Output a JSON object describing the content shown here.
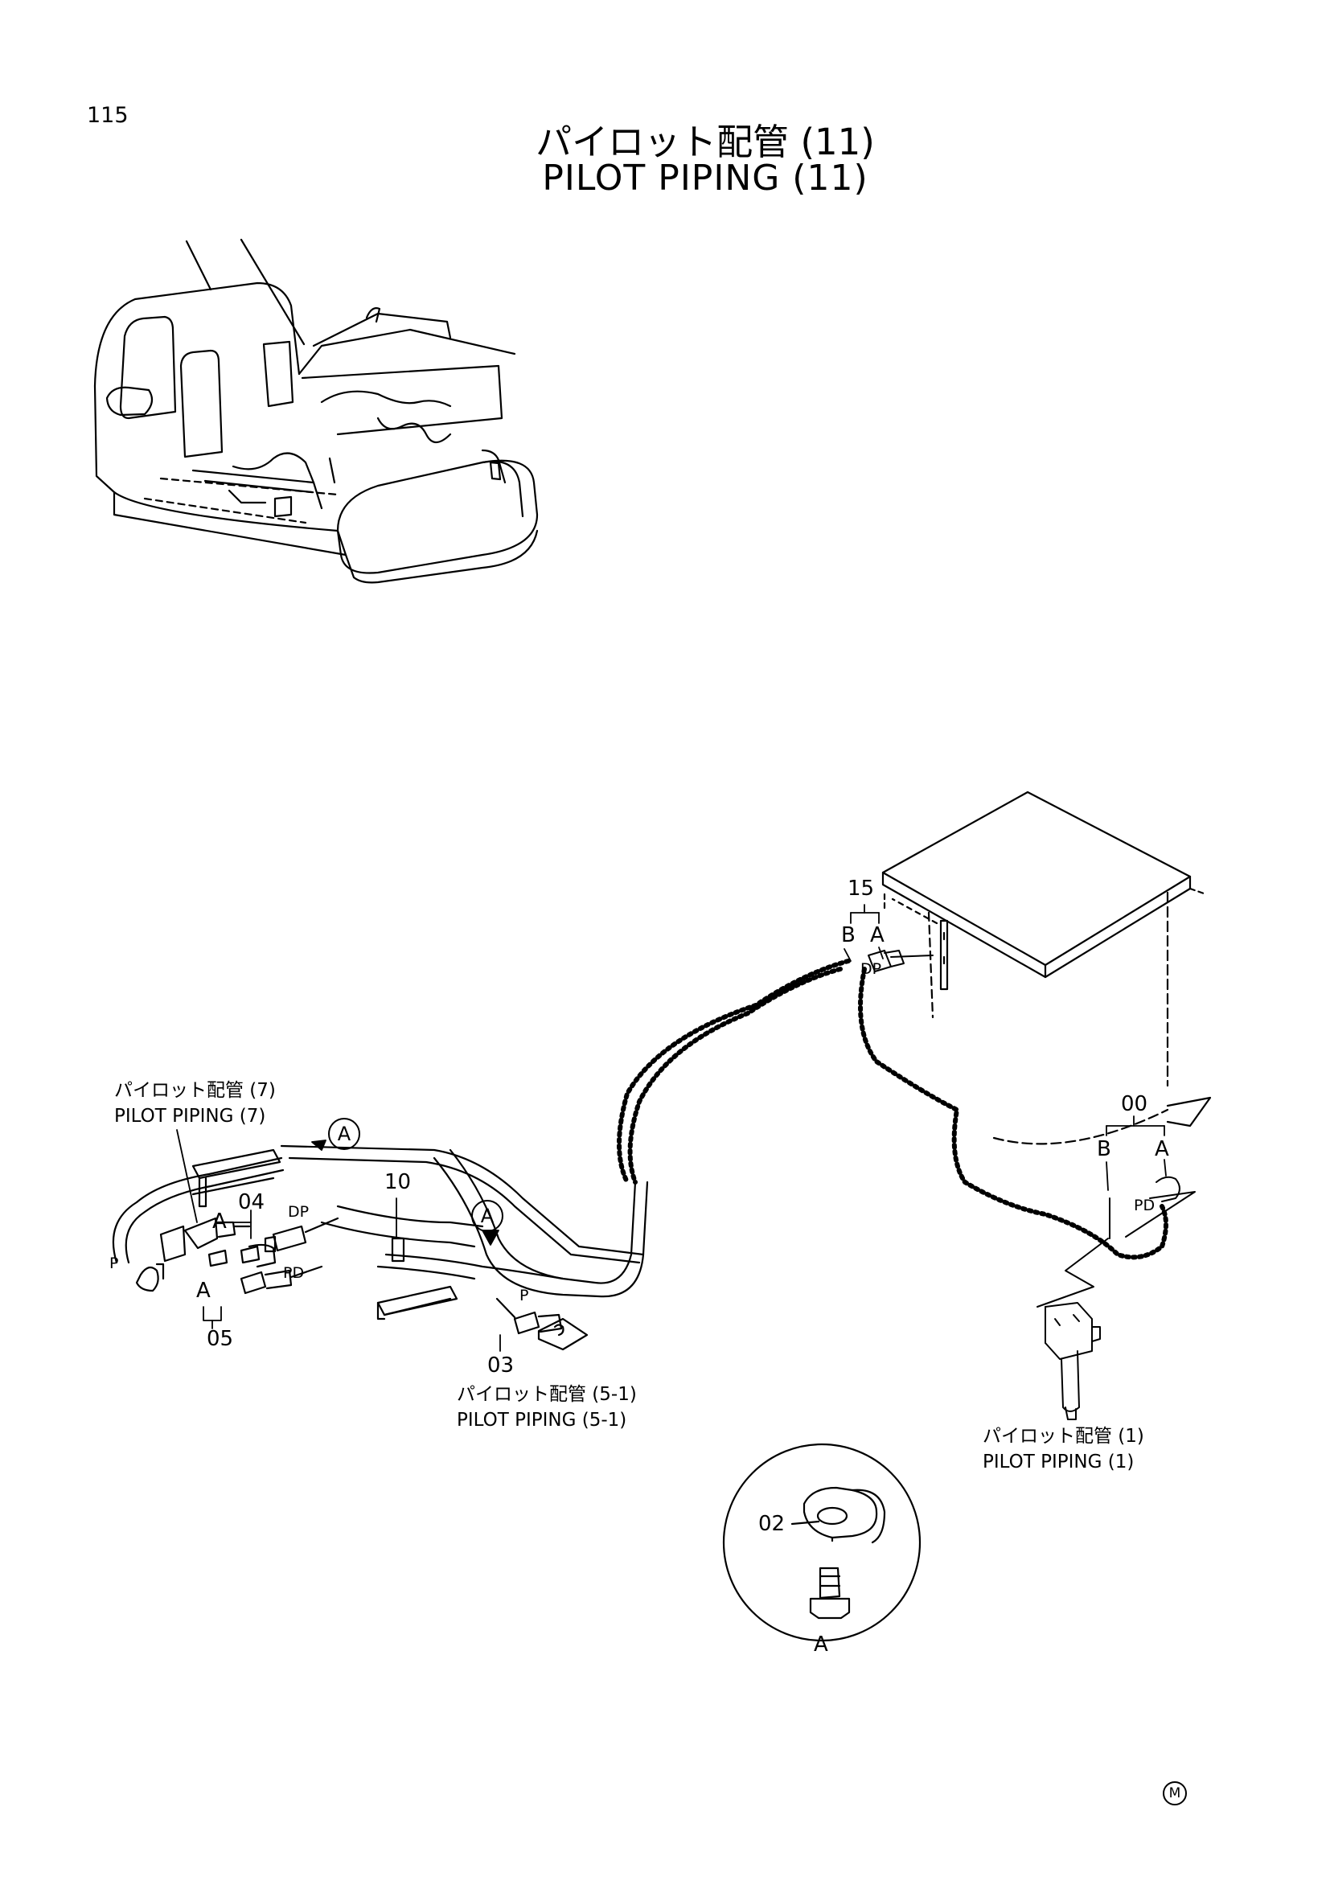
{
  "page": {
    "number": "115"
  },
  "title": {
    "japanese": "パイロット配管 (11)",
    "english": "PILOT PIPING (11)"
  },
  "references": {
    "piping_7": {
      "japanese": "パイロット配管 (7)",
      "english": "PILOT PIPING (7)"
    },
    "piping_5_1": {
      "japanese": "パイロット配管 (5-1)",
      "english": "PILOT PIPING (5-1)"
    },
    "piping_1": {
      "japanese": "パイロット配管 (1)",
      "english": "PILOT PIPING (1)"
    }
  },
  "part_numbers": {
    "p15": "15",
    "p10": "10",
    "p04": "04",
    "p05": "05",
    "p03": "03",
    "p00": "00",
    "p02": "02"
  },
  "port_letters": {
    "a": "A",
    "b": "B",
    "p": "P",
    "dp": "DP",
    "pd": "PD"
  },
  "mark": "M"
}
